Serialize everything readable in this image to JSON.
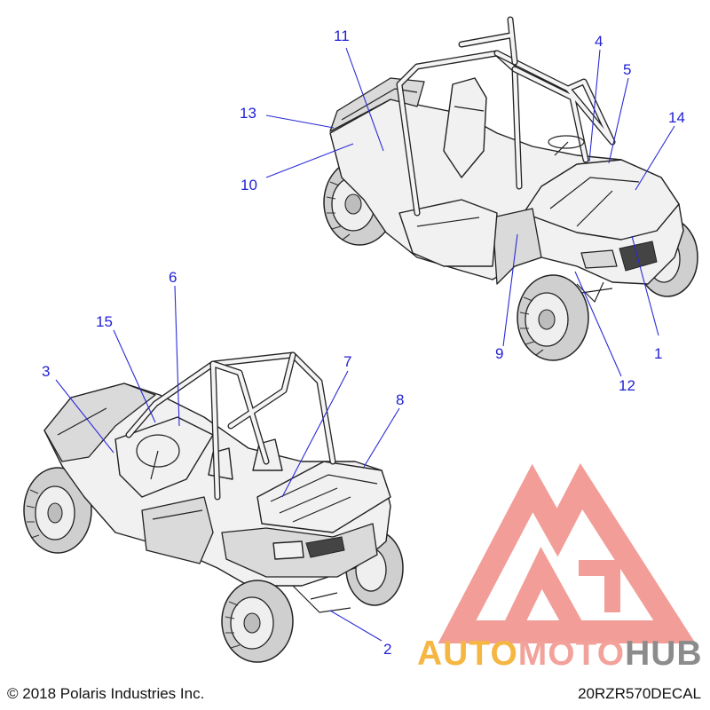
{
  "callouts": [
    {
      "id": "1",
      "label": "1"
    },
    {
      "id": "2",
      "label": "2"
    },
    {
      "id": "3",
      "label": "3"
    },
    {
      "id": "4",
      "label": "4"
    },
    {
      "id": "5",
      "label": "5"
    },
    {
      "id": "6",
      "label": "6"
    },
    {
      "id": "7",
      "label": "7"
    },
    {
      "id": "8",
      "label": "8"
    },
    {
      "id": "9",
      "label": "9"
    },
    {
      "id": "10",
      "label": "10"
    },
    {
      "id": "11",
      "label": "11"
    },
    {
      "id": "12",
      "label": "12"
    },
    {
      "id": "13",
      "label": "13"
    },
    {
      "id": "14",
      "label": "14"
    },
    {
      "id": "15",
      "label": "15"
    }
  ],
  "footer": {
    "copyright": "© 2018 Polaris Industries Inc.",
    "drawing_id": "20RZR570DECAL"
  },
  "watermark": {
    "text_auto": "AUTO",
    "text_moto": "MOTO",
    "text_hub": "HUB",
    "color_auto": "#f5b642",
    "color_moto": "#f2a29a",
    "color_hub": "#8c8c8c",
    "color_logo": "#f08c86"
  },
  "colors": {
    "callout": "#1f1fd6",
    "line": "#222222"
  }
}
